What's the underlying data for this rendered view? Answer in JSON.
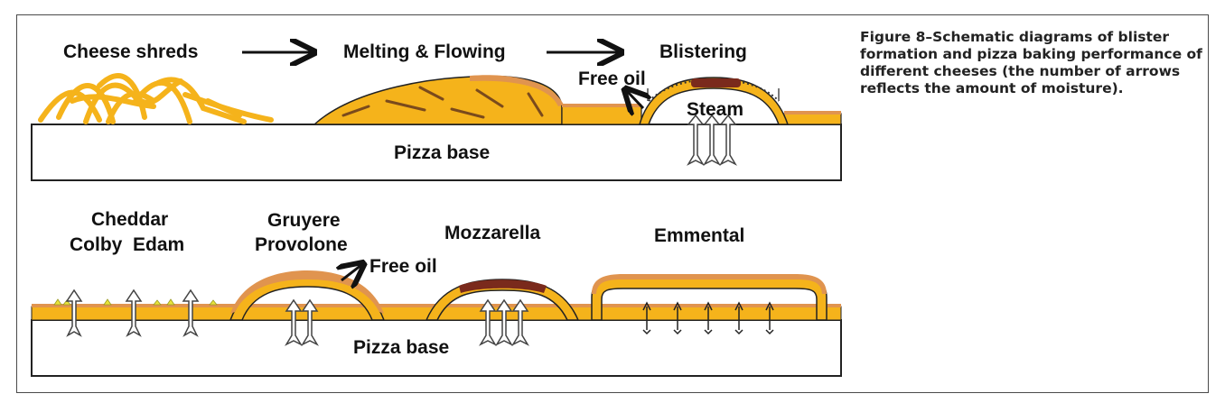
{
  "top_panel": {
    "stage_1": "Cheese shreds",
    "stage_2": "Melting & Flowing",
    "stage_3": "Blistering",
    "free_oil": "Free oil",
    "steam": "Steam",
    "base": "Pizza base"
  },
  "bottom_panel": {
    "group_1_line_1": "Cheddar",
    "group_1_line_2": "Colby  Edam",
    "group_2_line_1": "Gruyere",
    "group_2_line_2": "Provolone",
    "free_oil": "Free oil",
    "group_3": "Mozzarella",
    "group_4": "Emmental",
    "base": "Pizza base"
  },
  "caption": "Figure 8–Schematic diagrams of blister formation and pizza baking performance of different cheeses (the number of arrows reflects the amount of moisture).",
  "colors": {
    "cheese": "#f5b31b",
    "browned_top": "#e0944f",
    "blister": "#7a2a1c",
    "outline": "#222222",
    "base": "#ffffff"
  },
  "moisture_arrows": {
    "blistering": 3,
    "cheddar_colby_edam": 3,
    "gruyere_provolone": 2,
    "mozzarella": 3,
    "emmental": 5
  }
}
